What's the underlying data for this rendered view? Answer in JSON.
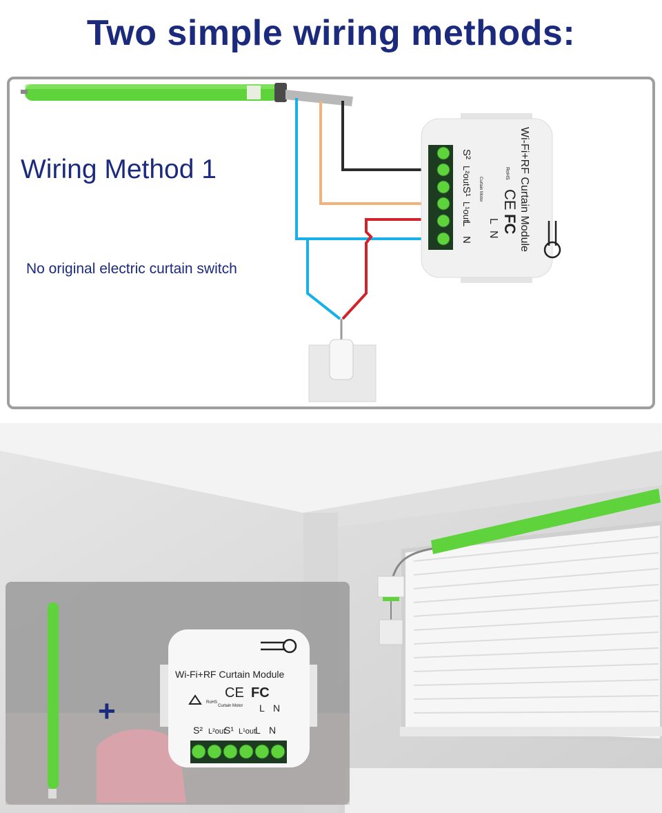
{
  "title": "Two simple wiring methods:",
  "method": {
    "heading": "Wiring Method 1",
    "note": "No original electric curtain switch"
  },
  "module": {
    "name": "Wi-Fi+RF Curtain Module",
    "rohs": "RoHS",
    "ce": "CE",
    "fcc": "FC",
    "motor_label": "Curtain Motor",
    "terminals": [
      "S²",
      "L²out",
      "S¹",
      "L¹out",
      "L",
      "N"
    ],
    "supply": [
      "L",
      "N"
    ]
  },
  "colors": {
    "title": "#1b2a7c",
    "motor": "#5fd33c",
    "wire_black": "#2b2b2b",
    "wire_orange": "#f2b27a",
    "wire_blue": "#18b0e8",
    "wire_red": "#d2222a",
    "terminal": "#1f6b2a"
  }
}
